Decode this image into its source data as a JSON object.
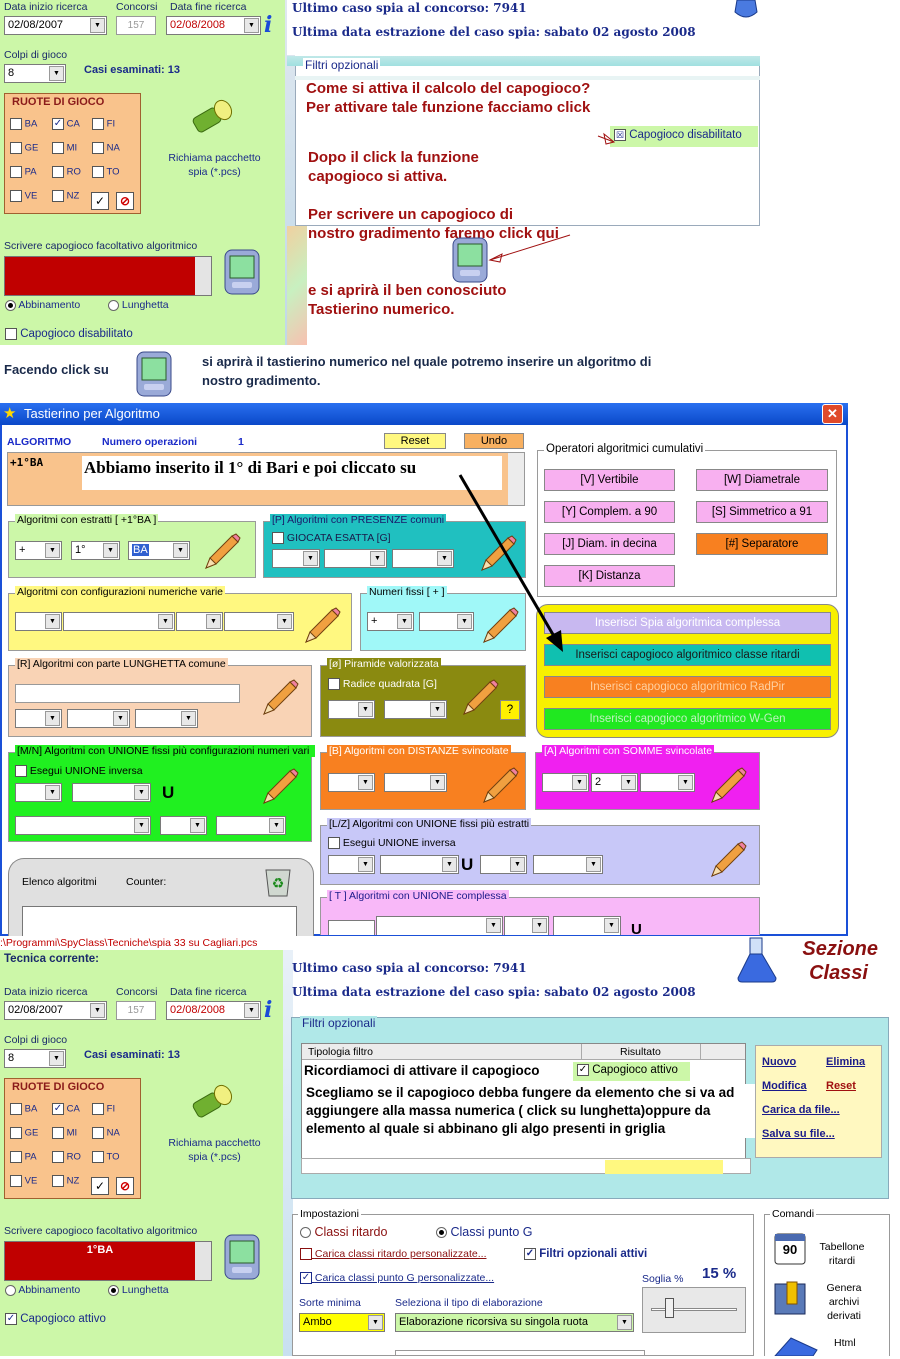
{
  "top": {
    "data_inizio_label": "Data inizio ricerca",
    "concorsi_label": "Concorsi",
    "data_fine_label": "Data fine ricerca",
    "data_inizio": "02/08/2007",
    "concorsi": "157",
    "data_fine": "02/08/2008",
    "colpi_label": "Colpi di gioco",
    "colpi": "8",
    "casi_esaminati": "Casi esaminati: 13",
    "ruote_title": "RUOTE DI GIOCO",
    "ruote": [
      "BA",
      "CA",
      "FI",
      "GE",
      "MI",
      "NA",
      "PA",
      "RO",
      "TO",
      "VE",
      "NZ"
    ],
    "richiama": "Richiama pacchetto spia (*.pcs)",
    "scrivere_label": "Scrivere capogioco facoltativo algoritmico",
    "abbinamento": "Abbinamento",
    "lunghetta": "Lunghetta",
    "capogioco_disabilitato": "Capogioco disabilitato",
    "ultimo_caso": "Ultimo caso spia al concorso: 7941",
    "ultima_data": "Ultima data estrazione del caso spia: sabato 02 agosto 2008",
    "filtri": "Filtri opzionali",
    "note1": "Come si attiva il calcolo del capogioco?",
    "note2": "Per attivare tale funzione facciamo click",
    "cap_dis_chip": "Capogioco disabilitato",
    "note3": "Dopo il click la funzione",
    "note4": "capogioco si attiva.",
    "note5": "Per scrivere un capogioco di",
    "note6": "nostro gradimento faremo click qui",
    "note7": "e si aprirà il ben conosciuto",
    "note8": "Tastierino numerico."
  },
  "mid": {
    "facendo": "Facendo click su",
    "desc1": "si aprirà il tastierino numerico nel quale potremo inserire un algoritmo di",
    "desc2": "nostro gradimento."
  },
  "dialog": {
    "title": "Tastierino per Algoritmo",
    "algoritmo": "ALGORITMO",
    "numero_op": "Numero operazioni",
    "numero_op_val": "1",
    "reset": "Reset",
    "undo": "Undo",
    "text_small": "+1°BA",
    "text_big": "Abbiamo inserito il 1° di Bari e poi cliccato su",
    "operatori": "Operatori algoritmici cumulativi",
    "op_buttons": [
      "[V] Vertibile",
      "[W] Diametrale",
      "[Y] Complem. a 90",
      "[S] Simmetrico  a 91",
      "[J] Diam. in decina",
      "[#] Separatore",
      "[K] Distanza"
    ],
    "g_estratti": "Algoritmi con estratti  [ +1°BA ]",
    "g_estratti_vals": [
      "+",
      "1°",
      "BA"
    ],
    "g_presenze": "[P] Algoritmi con PRESENZE comuni",
    "g_presenze_chk": "GIOCATA ESATTA  [G]",
    "g_config": "Algoritmi con configurazioni numeriche varie",
    "g_fissi": "Numeri fissi  [ + ]",
    "g_fissi_val": "+",
    "g_lunghetta": "[R] Algoritmi con parte LUNGHETTA comune",
    "g_piramide": "[ø] Piramide valorizzata",
    "g_piramide_chk": "Radice quadrata  [G]",
    "g_piramide_q": "?",
    "g_unione": "[M/N] Algoritmi con UNIONE fissi più configurazioni numeri vari",
    "g_unione_chk": "Esegui UNIONE inversa",
    "u": "U",
    "g_distanze": "[B] Algoritmi con DISTANZE svincolate",
    "g_somme": "[A] Algoritmi con SOMME svincolate",
    "g_somme_val": "2",
    "g_lz": "[L/Z] Algoritmi con UNIONE fissi più estratti",
    "g_lz_chk": "Esegui UNIONE inversa",
    "g_t": "[ T ] Algoritmi con UNIONE complessa",
    "elenco": "Elenco algoritmi",
    "counter": "Counter:",
    "ins_buttons": [
      "Inserisci Spia algoritmica complessa",
      "Inserisci capogioco algoritmico classe ritardi",
      "Inserisci capogioco algoritmico RadPir",
      "Inserisci capogioco algoritmico W-Gen"
    ]
  },
  "bottom": {
    "path": ":\\Programmi\\SpyClass\\Tecniche\\spia 33 su Cagliari.pcs",
    "tecnica": "Tecnica corrente:",
    "sezione1": "Sezione",
    "sezione2": "Classi",
    "capogioco_value": "1°BA",
    "capogioco_attivo": "Capogioco attivo",
    "tipologia": "Tipologia filtro",
    "risultato": "Risultato",
    "ricordiamoci": "Ricordiamoci di attivare il capogioco",
    "chip_attivo": "Capogioco attivo",
    "sceglia": "Scegliamo se il capogioco debba fungere da elemento che si va ad aggiungere alla massa numerica ( click su lunghetta)oppure da elemento al quale si abbinano gli algo presenti in griglia",
    "links": [
      "Nuovo",
      "Elimina",
      "Modifica",
      "Reset",
      "Carica da file...",
      "Salva su file..."
    ],
    "impostazioni": "Impostazioni",
    "classi_ritardo": "Classi ritardo",
    "classi_punto": "Classi punto G",
    "carica_rit": "Carica classi ritardo personalizzate...",
    "filtri_attivi": "Filtri opzionali attivi",
    "carica_g": "Carica classi punto G personalizzate...",
    "soglia": "Soglia %",
    "soglia_val": "15 %",
    "sorte_label": "Sorte minima",
    "sorte": "Ambo",
    "tipo_label": "Seleziona il tipo di elaborazione",
    "tipo": "Elaborazione ricorsiva su singola ruota",
    "comandi": "Comandi",
    "tabellone": "Tabellone ritardi",
    "tab_num": "90",
    "genera": "Genera archivi derivati",
    "html": "Html"
  }
}
